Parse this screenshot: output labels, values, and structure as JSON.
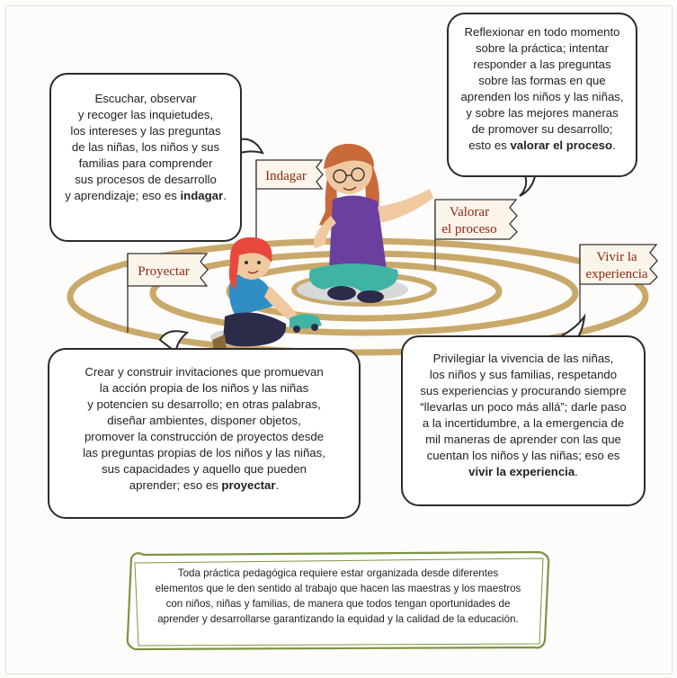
{
  "flags": {
    "indagar": "Indagar",
    "valorar_1": "Valorar",
    "valorar_2": "el proceso",
    "proyectar": "Proyectar",
    "vivir_1": "Vivir la",
    "vivir_2": "experiencia"
  },
  "bubbles": {
    "indagar": {
      "lines": [
        "Escuchar, observar",
        "y recoger las inquietudes,",
        "los intereses y las preguntas",
        "de las niñas, los niños y sus",
        "familias para comprender",
        "sus procesos de desarrollo"
      ],
      "last_prefix": "y aprendizaje; eso es ",
      "last_bold": "indagar",
      "last_suffix": "."
    },
    "valorar": {
      "lines": [
        "Reflexionar en todo momento",
        "sobre la práctica; intentar",
        "responder a las preguntas",
        "sobre las formas en que",
        "aprenden los niños y las niñas,",
        "y sobre las mejores maneras",
        "de promover su desarrollo;"
      ],
      "last_prefix": "esto es ",
      "last_bold": "valorar el proceso",
      "last_suffix": "."
    },
    "proyectar": {
      "lines": [
        "Crear y construir invitaciones que promuevan",
        "la acción propia de los niños y las niñas",
        "y potencien su desarrollo; en otras palabras,",
        "diseñar ambientes, disponer objetos,",
        "promover la construcción de proyectos desde",
        "las preguntas propias de los niños y las niñas,",
        "sus capacidades y aquello que pueden"
      ],
      "last_prefix": "aprender; eso es ",
      "last_bold": "proyectar",
      "last_suffix": "."
    },
    "vivir": {
      "lines": [
        "Privilegiar la vivencia de las niñas,",
        "los niños y sus familias, respetando",
        "sus experiencias y procurando siempre",
        "“llevarlas un poco más allá”; darle paso",
        "a la incertidumbre, a la emergencia de",
        "mil maneras de aprender con las que",
        "cuentan los niños y las niñas; eso es"
      ],
      "last_prefix": "",
      "last_bold": "vivir la experiencia",
      "last_suffix": "."
    }
  },
  "note": {
    "lines": [
      "Toda práctica pedagógica requiere estar organizada desde diferentes",
      "elementos que le den sentido al trabajo que hacen las maestras y los maestros",
      "con niños, niñas y familias, de manera que todos tengan oportunidades de",
      "aprender y desarrollarse garantizando la equidad y la calidad de la educación."
    ]
  },
  "colors": {
    "spiral": "#c9a96a",
    "flag_fill": "#fbf4ea",
    "flag_text": "#8a2a14",
    "note_border": "#7c9443",
    "adult_shirt": "#6b3fa0",
    "adult_pants": "#3fb4a5",
    "child_shirt": "#2f8fc4",
    "child_hair": "#e8483c"
  }
}
